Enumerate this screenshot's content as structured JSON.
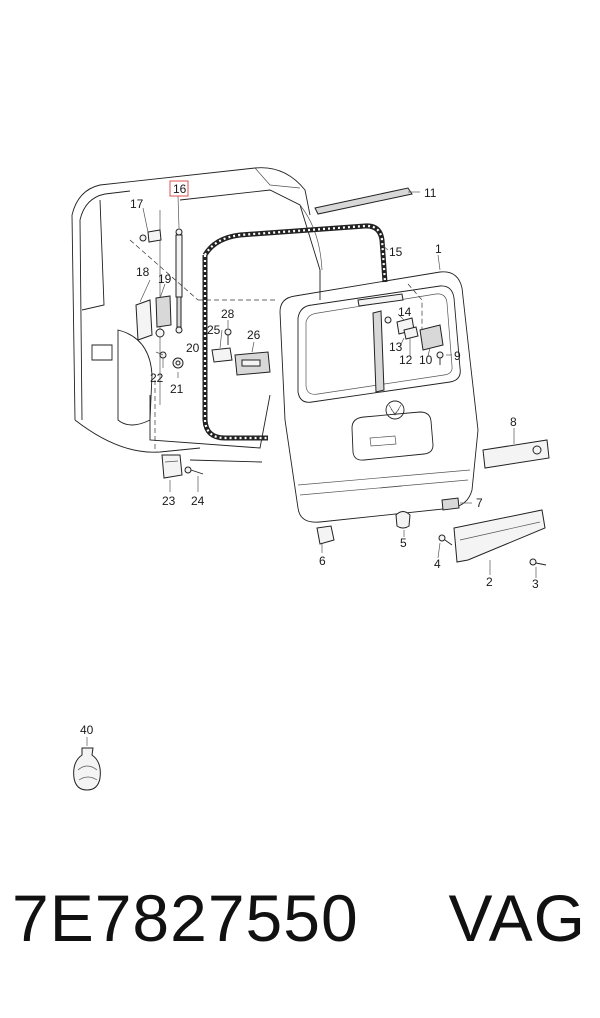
{
  "callouts": {
    "c1": "1",
    "c2": "2",
    "c3": "3",
    "c4": "4",
    "c5": "5",
    "c6": "6",
    "c7": "7",
    "c8": "8",
    "c9": "9",
    "c10": "10",
    "c11": "11",
    "c12": "12",
    "c13": "13",
    "c14": "14",
    "c15": "15",
    "c16": "16",
    "c17": "17",
    "c18": "18",
    "c19": "19",
    "c20": "20",
    "c21": "21",
    "c22": "22",
    "c23": "23",
    "c24": "24",
    "c25": "25",
    "c26": "26",
    "c28": "28",
    "c40": "40"
  },
  "highlight_color": "#d9534f",
  "footer": {
    "part_number": "7E7827550",
    "brand": "VAG"
  }
}
